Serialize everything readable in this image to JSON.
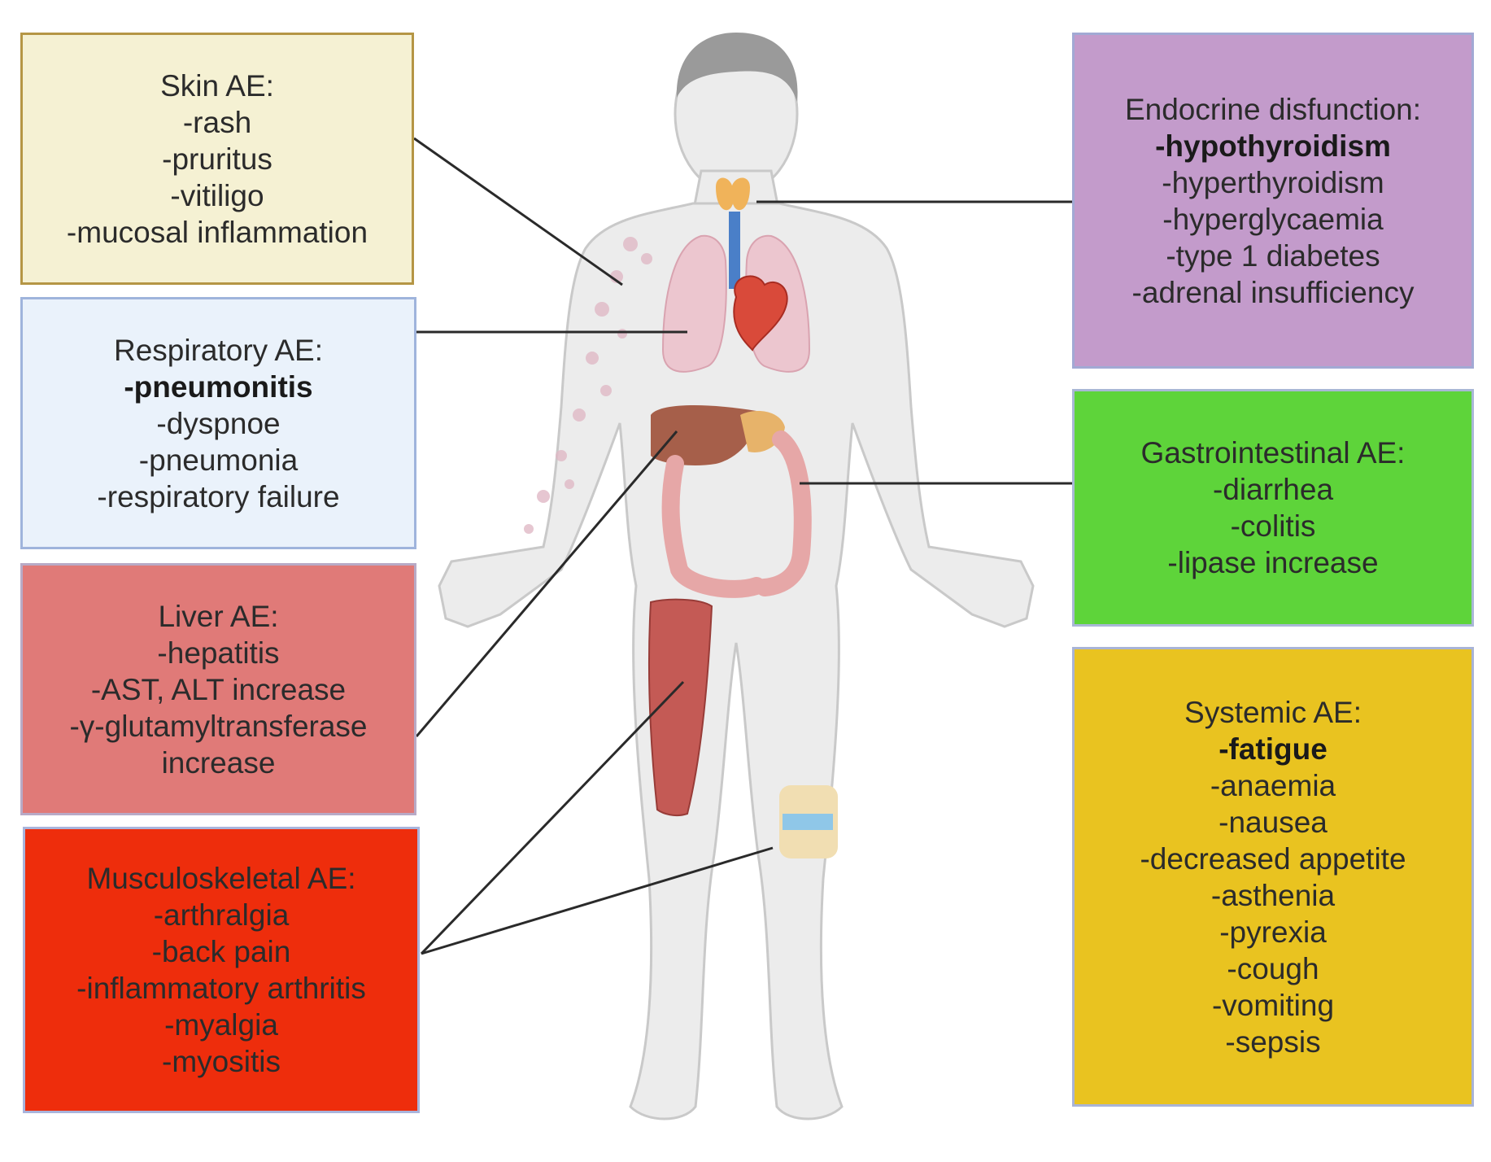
{
  "panels": {
    "skin": {
      "title": "Skin AE:",
      "items": [
        "-rash",
        "-pruritus",
        "-vitiligo",
        "-mucosal inflammation"
      ]
    },
    "respiratory": {
      "title": "Respiratory AE:",
      "bold_item": "-pneumonitis",
      "items": [
        "-dyspnoe",
        "-pneumonia",
        "-respiratory failure"
      ]
    },
    "liver": {
      "title": "Liver AE:",
      "items": [
        "-hepatitis",
        "-AST, ALT increase",
        "-γ-glutamyltransferase",
        "increase"
      ]
    },
    "musculoskeletal": {
      "title": "Musculoskeletal AE:",
      "items": [
        "-arthralgia",
        "-back pain",
        "-inflammatory arthritis",
        "-myalgia",
        "-myositis"
      ]
    },
    "endocrine": {
      "title": "Endocrine disfunction:",
      "bold_item": "-hypothyroidism",
      "items": [
        "-hyperthyroidism",
        "-hyperglycaemia",
        "-type 1 diabetes",
        "-adrenal insufficiency"
      ]
    },
    "gastrointestinal": {
      "title": "Gastrointestinal AE:",
      "items": [
        "-diarrhea",
        "-colitis",
        "-lipase increase"
      ]
    },
    "systemic": {
      "title": "Systemic AE:",
      "bold_item": "-fatigue",
      "items": [
        "-anaemia",
        "-nausea",
        "-decreased appetite",
        "-asthenia",
        "-pyrexia",
        "-cough",
        "-vomiting",
        "-sepsis"
      ]
    }
  },
  "colors": {
    "skin_panel": "#f5f1d3",
    "respiratory_panel": "#eaf2fb",
    "liver_panel": "#e07a78",
    "musculoskeletal_panel": "#ee2d0c",
    "endocrine_panel": "#c39bcb",
    "gastrointestinal_panel": "#5ed43a",
    "systemic_panel": "#e9c320",
    "connector_line": "#2a2a2a",
    "body_fill": "#ececec"
  }
}
